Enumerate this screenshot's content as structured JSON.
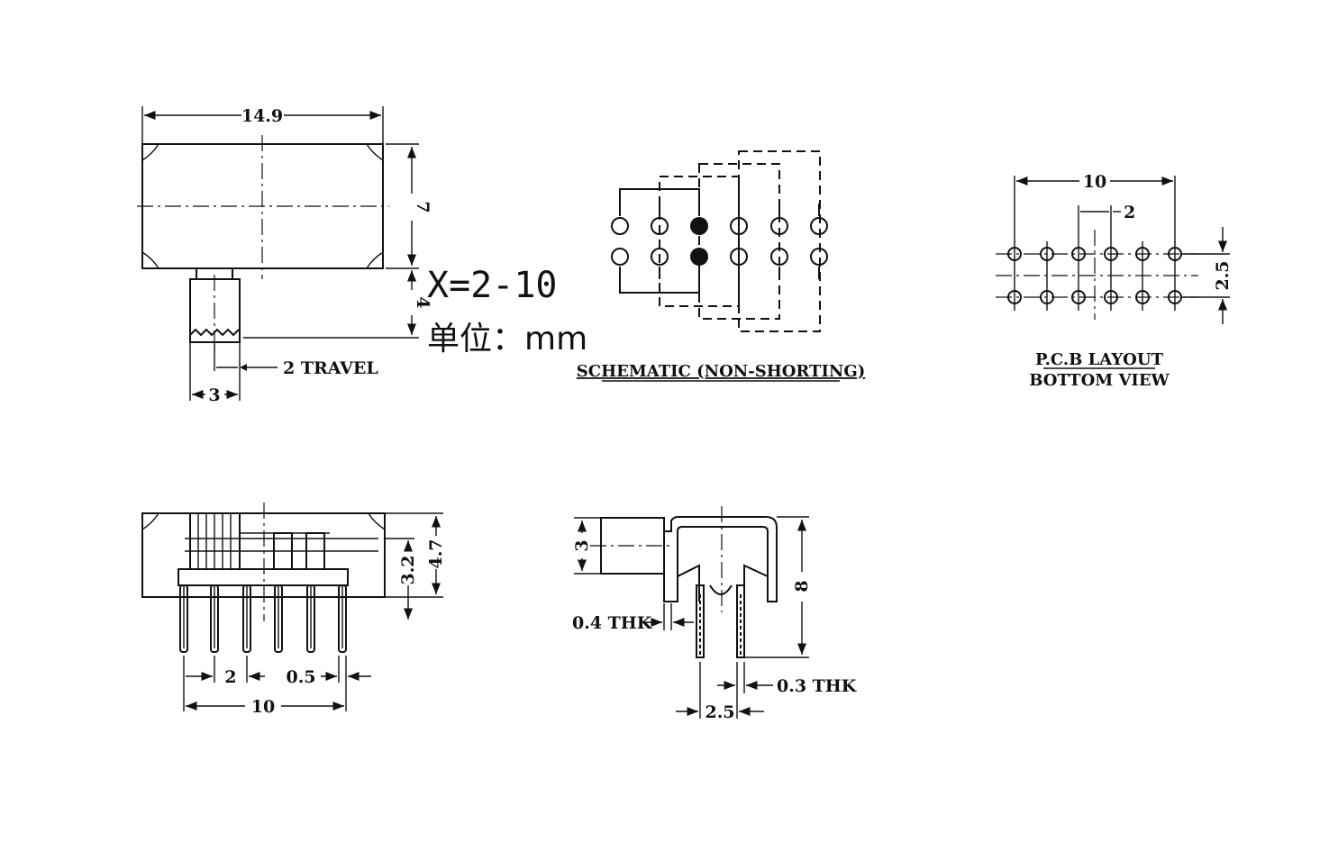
{
  "top_view": {
    "width_dim": "14.9",
    "height_dim": "7",
    "actuator_dim": "4",
    "travel_label": "2 TRAVEL",
    "actuator_width_dim": "3"
  },
  "variant": {
    "formula": "X=2-10",
    "unit_label": "单位：mm"
  },
  "schematic": {
    "caption": "SCHEMATIC (NON-SHORTING)"
  },
  "pcb_layout": {
    "pitch_total_dim": "10",
    "pitch_dim": "2",
    "row_spacing_dim": "2.5",
    "caption_line1": "P.C.B LAYOUT",
    "caption_line2": "BOTTOM VIEW"
  },
  "front_view": {
    "height_total_dim": "4.7",
    "height_body_dim": "3.2",
    "pitch_dim": "2",
    "pin_width_dim": "0.5",
    "span_dim": "10"
  },
  "side_view": {
    "actuator_dim": "3",
    "pin_height_dim": "8",
    "frame_thk_label": "0.4 THK",
    "pin_thk_label": "0.3 THK",
    "row_spacing_dim": "2.5"
  }
}
